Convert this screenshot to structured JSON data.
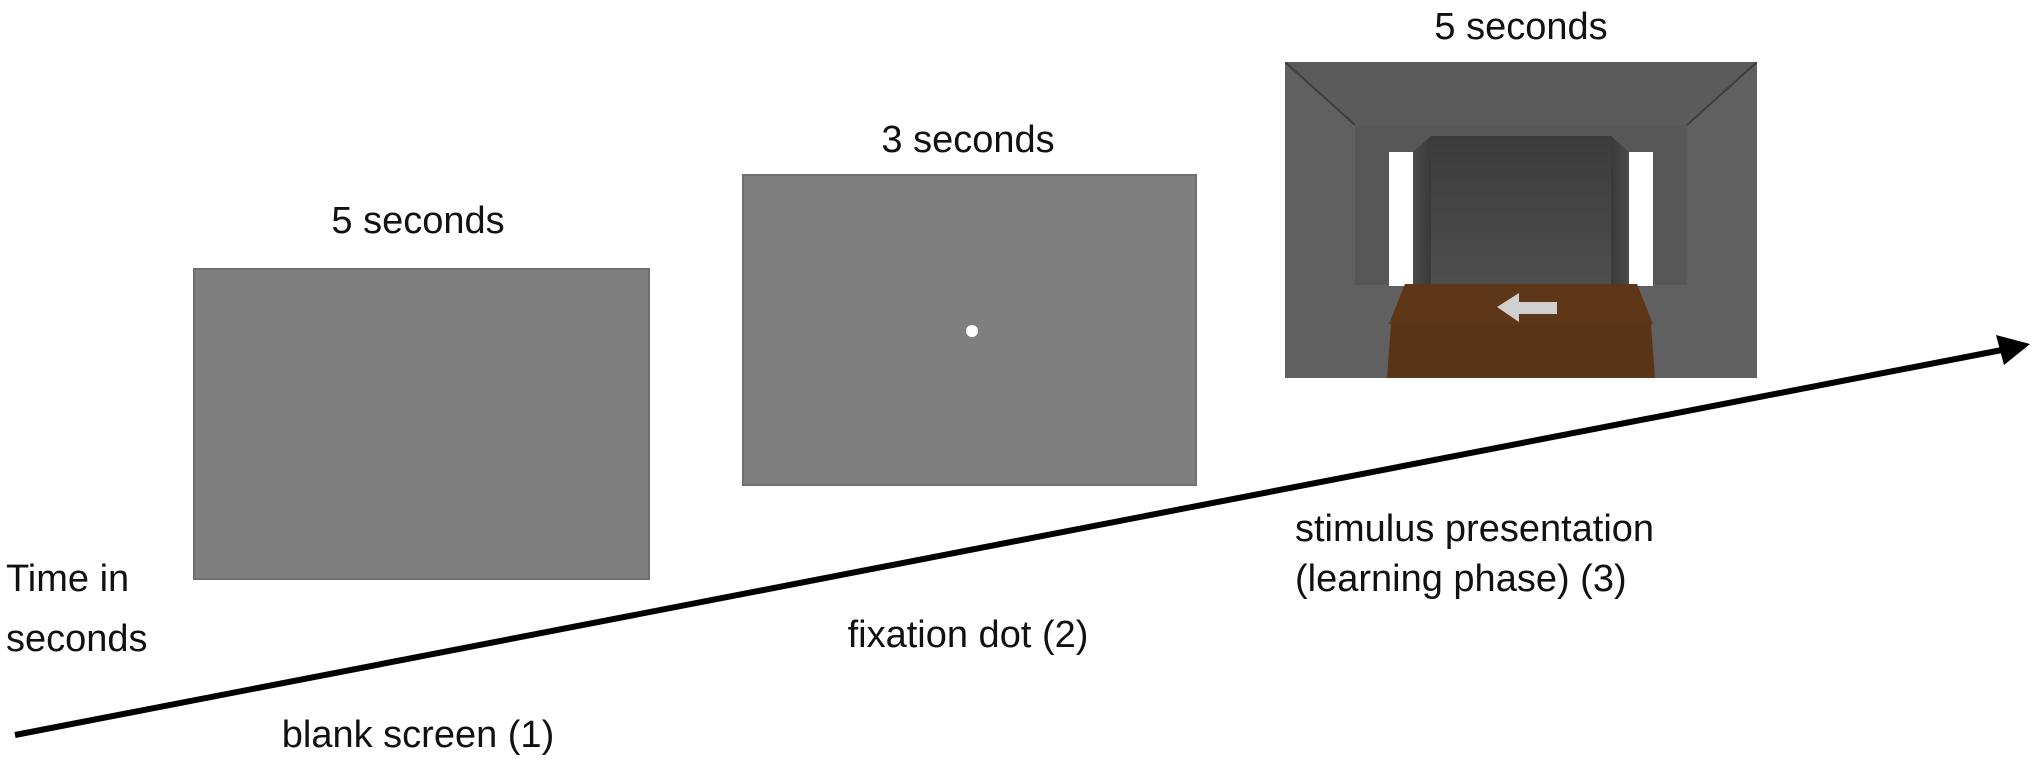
{
  "timeline": {
    "axis_label_line1": "Time in",
    "axis_label_line2": "seconds"
  },
  "stages": [
    {
      "duration": "5 seconds",
      "caption": "blank screen (1)"
    },
    {
      "duration": "3 seconds",
      "caption": "fixation dot (2)"
    },
    {
      "duration": "5 seconds",
      "caption_line1": "stimulus presentation",
      "caption_line2": "(learning phase) (3)"
    }
  ],
  "colors": {
    "screen_gray": "#7f7f7f",
    "corridor_wall": "#606060",
    "corridor_floor": "#5a3416",
    "arrow": "#d0d0d0",
    "axis": "#000000"
  }
}
